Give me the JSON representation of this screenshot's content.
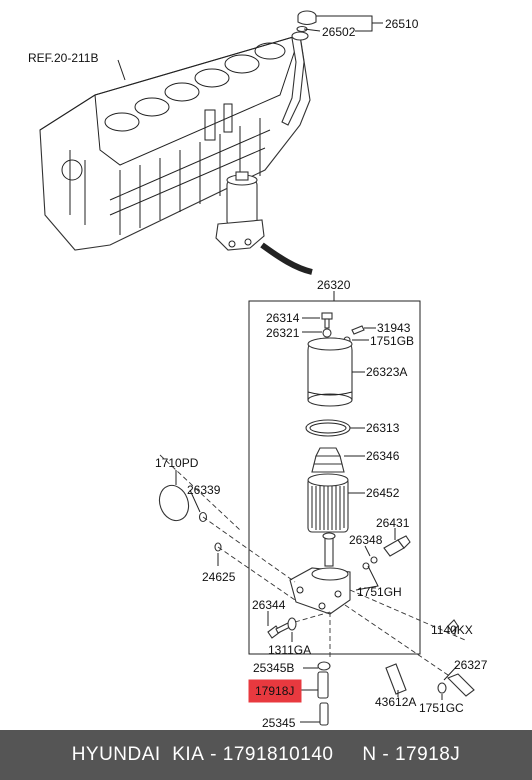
{
  "callouts": {
    "ref": "REF.20-211B",
    "p26510": "26510",
    "p26502": "26502",
    "p26320": "26320",
    "p26314": "26314",
    "p26321": "26321",
    "p31943": "31943",
    "p1751GB": "1751GB",
    "p26323A": "26323A",
    "p26313": "26313",
    "p26346": "26346",
    "p26452": "26452",
    "p26431": "26431",
    "p26348": "26348",
    "p1751GH": "1751GH",
    "p1710PD": "1710PD",
    "p26339": "26339",
    "p24625": "24625",
    "p26344": "26344",
    "p1311GA": "1311GA",
    "p1140KX": "1140KX",
    "p25345B": "25345B",
    "p26327": "26327",
    "p17918J": "17918J",
    "p43612A": "43612A",
    "p1751GC": "1751GC",
    "p25345": "25345"
  },
  "highlight_color": "#e8393f",
  "footer": {
    "brand": "HYUNDAI  KIA",
    "separator": " - ",
    "part_number": "1791810140",
    "suffix": "     N - 17918J"
  }
}
